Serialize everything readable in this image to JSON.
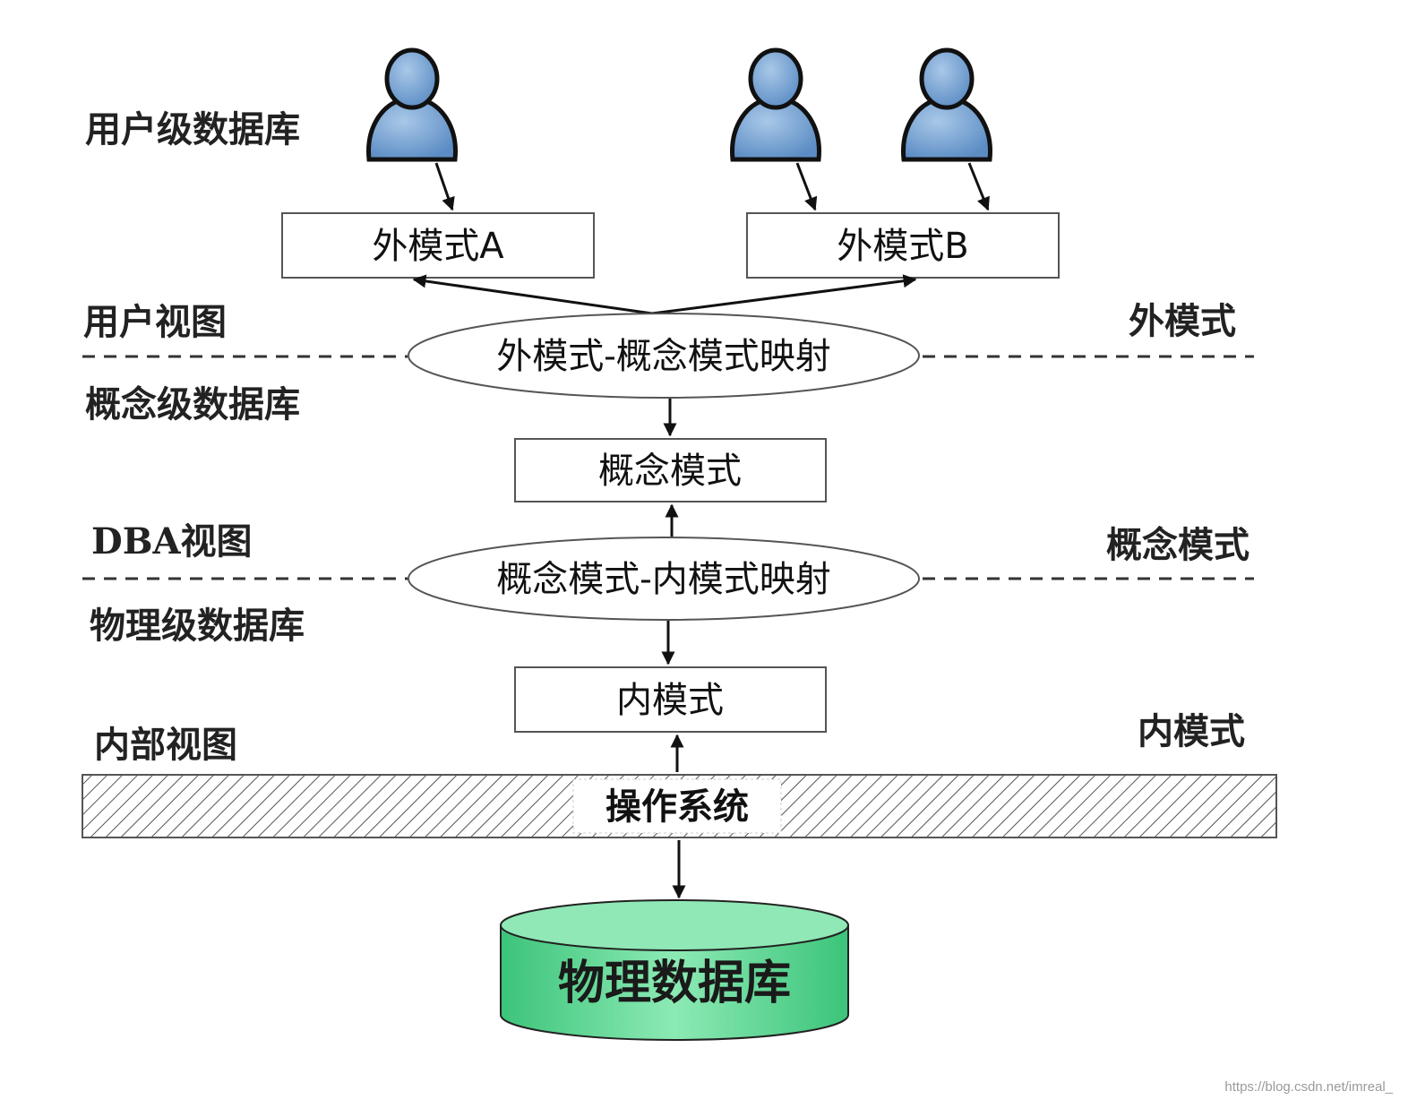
{
  "left_labels": {
    "user_db": "用户级数据库",
    "user_view": "用户视图",
    "concept_db": "概念级数据库",
    "dba_view": "DBA视图",
    "physical_db": "物理级数据库",
    "internal_view": "内部视图"
  },
  "right_labels": {
    "external": "外模式",
    "conceptual": "概念模式",
    "internal": "内模式"
  },
  "boxes": {
    "external_a": "外模式A",
    "external_b": "外模式B",
    "conceptual": "概念模式",
    "internal": "内模式"
  },
  "mappings": {
    "external_conceptual": "外模式-概念模式映射",
    "conceptual_internal": "概念模式-内模式映射"
  },
  "os_label": "操作系统",
  "database_label": "物理数据库",
  "watermark": "https://blog.csdn.net/imreal_",
  "colors": {
    "user_icon": "#6f9fd0",
    "user_icon_outline": "#111111",
    "database_fill": "#4fd08a",
    "database_top": "#8fe8b5",
    "hatch": "#555555"
  },
  "icons": [
    "user-icon",
    "user-icon",
    "user-icon",
    "database-icon"
  ]
}
